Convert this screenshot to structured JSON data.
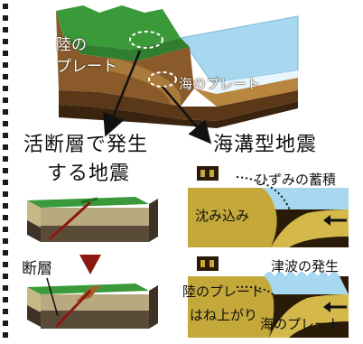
{
  "top_block": {
    "land_plate": "陸の\nプレート",
    "land_plate_line1": "陸の",
    "land_plate_line2": "プレート",
    "sea_plate": "海のプレート"
  },
  "left_column": {
    "title_line1": "活断層で発生",
    "title_line2": "する地震",
    "fault_label": "断層"
  },
  "right_column": {
    "title": "海溝型地震",
    "strain_label": "ひずみの蓄積",
    "subduction_label": "沈み込み",
    "tsunami_label": "津波の発生",
    "rebound_line1": "陸のプレート",
    "rebound_line2": "はね上がり",
    "sea_plate_label": "海のプレート"
  },
  "colors": {
    "land_green": "#3a9a3a",
    "soil_brown": "#7a4a1e",
    "dark_brown": "#4a2e14",
    "sea_blue": "#a8d8f0",
    "plate_olive": "#c4a83a",
    "arrow_red": "#8a1a10",
    "border_black": "#1a1a1a"
  }
}
